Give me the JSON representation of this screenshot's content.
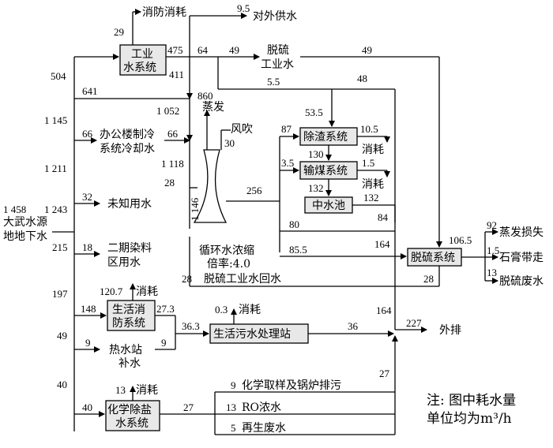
{
  "nodes": {
    "source_line1": "大武水源",
    "source_line2": "地地下水",
    "industrial_line1": "工业",
    "industrial_line2": "水系统",
    "fire_consumption": "消防消耗",
    "external_supply": "对外供水",
    "desulf_industrial_line1": "脱硫",
    "desulf_industrial_line2": "工业水",
    "office_cooling_line1": "办公楼制冷",
    "office_cooling_line2": "系统冷却水",
    "evaporation": "蒸发",
    "wind_blow": "风吹",
    "slag_removal": "除渣系统",
    "coal_conveying": "输煤系统",
    "middle_pool": "中水池",
    "consumption_slag": "消耗",
    "consumption_coal": "消耗",
    "unknown_use": "未知用水",
    "phase2_line1": "二期染料",
    "phase2_line2": "区用水",
    "circulating_line1": "循环水浓缩",
    "circulating_line2": "倍率:4.0",
    "desulf_recycle": "脱硫工业水回水",
    "desulf_system": "脱硫系统",
    "evap_loss": "蒸发损失",
    "gypsum_carry": "石膏带走",
    "desulf_wastewater": "脱硫废水",
    "domestic_consumption": "消耗",
    "domestic_fire_line1": "生活消",
    "domestic_fire_line2": "防系统",
    "sewage_consumption": "消耗",
    "sewage_station": "生活污水处理站",
    "heating_line1": "热水站",
    "heating_line2": "补水",
    "discharge": "外排",
    "chem_consumption": "消耗",
    "chem_desalt_line1": "化学除盐",
    "chem_desalt_line2": "水系统",
    "chem_sampling": "化学取样及锅炉排污",
    "ro_concentrate": "RO浓水",
    "regen_waste": "再生废水",
    "note_line1": "注: 图中耗水量",
    "note_line2": "单位均为m³/h"
  },
  "flows": {
    "source_in": "1 458",
    "trunk_1243": "1 243",
    "trunk_1211": "1 211",
    "trunk_1145": "1 145",
    "to_industrial": "504",
    "branch_641": "641",
    "to_office": "66",
    "office_out": "66",
    "to_unknown": "32",
    "to_phase2": "18",
    "trunk_215": "215",
    "trunk_197": "197",
    "to_domestic": "148",
    "trunk_49": "49",
    "to_heating": "9",
    "heating_out": "9",
    "trunk_40": "40",
    "to_chem": "40",
    "fire_29": "29",
    "ind_475": "475",
    "ext_9_5": "9.5",
    "ind_64": "64",
    "ind_49": "49",
    "ind_411": "411",
    "desulf_49": "49",
    "merge_1052": "1 052",
    "merge_1118": "1 118",
    "tower_1146": "1 146",
    "tower_860": "860",
    "tower_30": "30",
    "recycle_28_in": "28",
    "tower_out_256": "256",
    "slag_5_5": "5.5",
    "slag_48": "48",
    "slag_53_5": "53.5",
    "slag_87": "87",
    "slag_cons_10_5": "10.5",
    "slag_130": "130",
    "coal_3_5": "3.5",
    "coal_cons_1_5": "1.5",
    "coal_132": "132",
    "pool_132": "132",
    "flow_84": "84",
    "flow_80": "80",
    "flow_85_5": "85.5",
    "flow_164_a": "164",
    "desulf_in_106_5": "106.5",
    "evap_92": "92",
    "gypsum_1_5": "1.5",
    "desulf_waste_13": "13",
    "recycle_28": "28",
    "recycle_28b": "28",
    "domestic_120_7": "120.7",
    "domestic_27_3": "27.3",
    "sewage_0_3": "0.3",
    "sewage_36_3": "36.3",
    "sewage_36": "36",
    "flow_164_b": "164",
    "discharge_227": "227",
    "chem_13": "13",
    "chem_27": "27",
    "chem_sampling_9": "9",
    "chem_ro_13": "13",
    "chem_regen_5": "5",
    "chem_total_27": "27"
  }
}
